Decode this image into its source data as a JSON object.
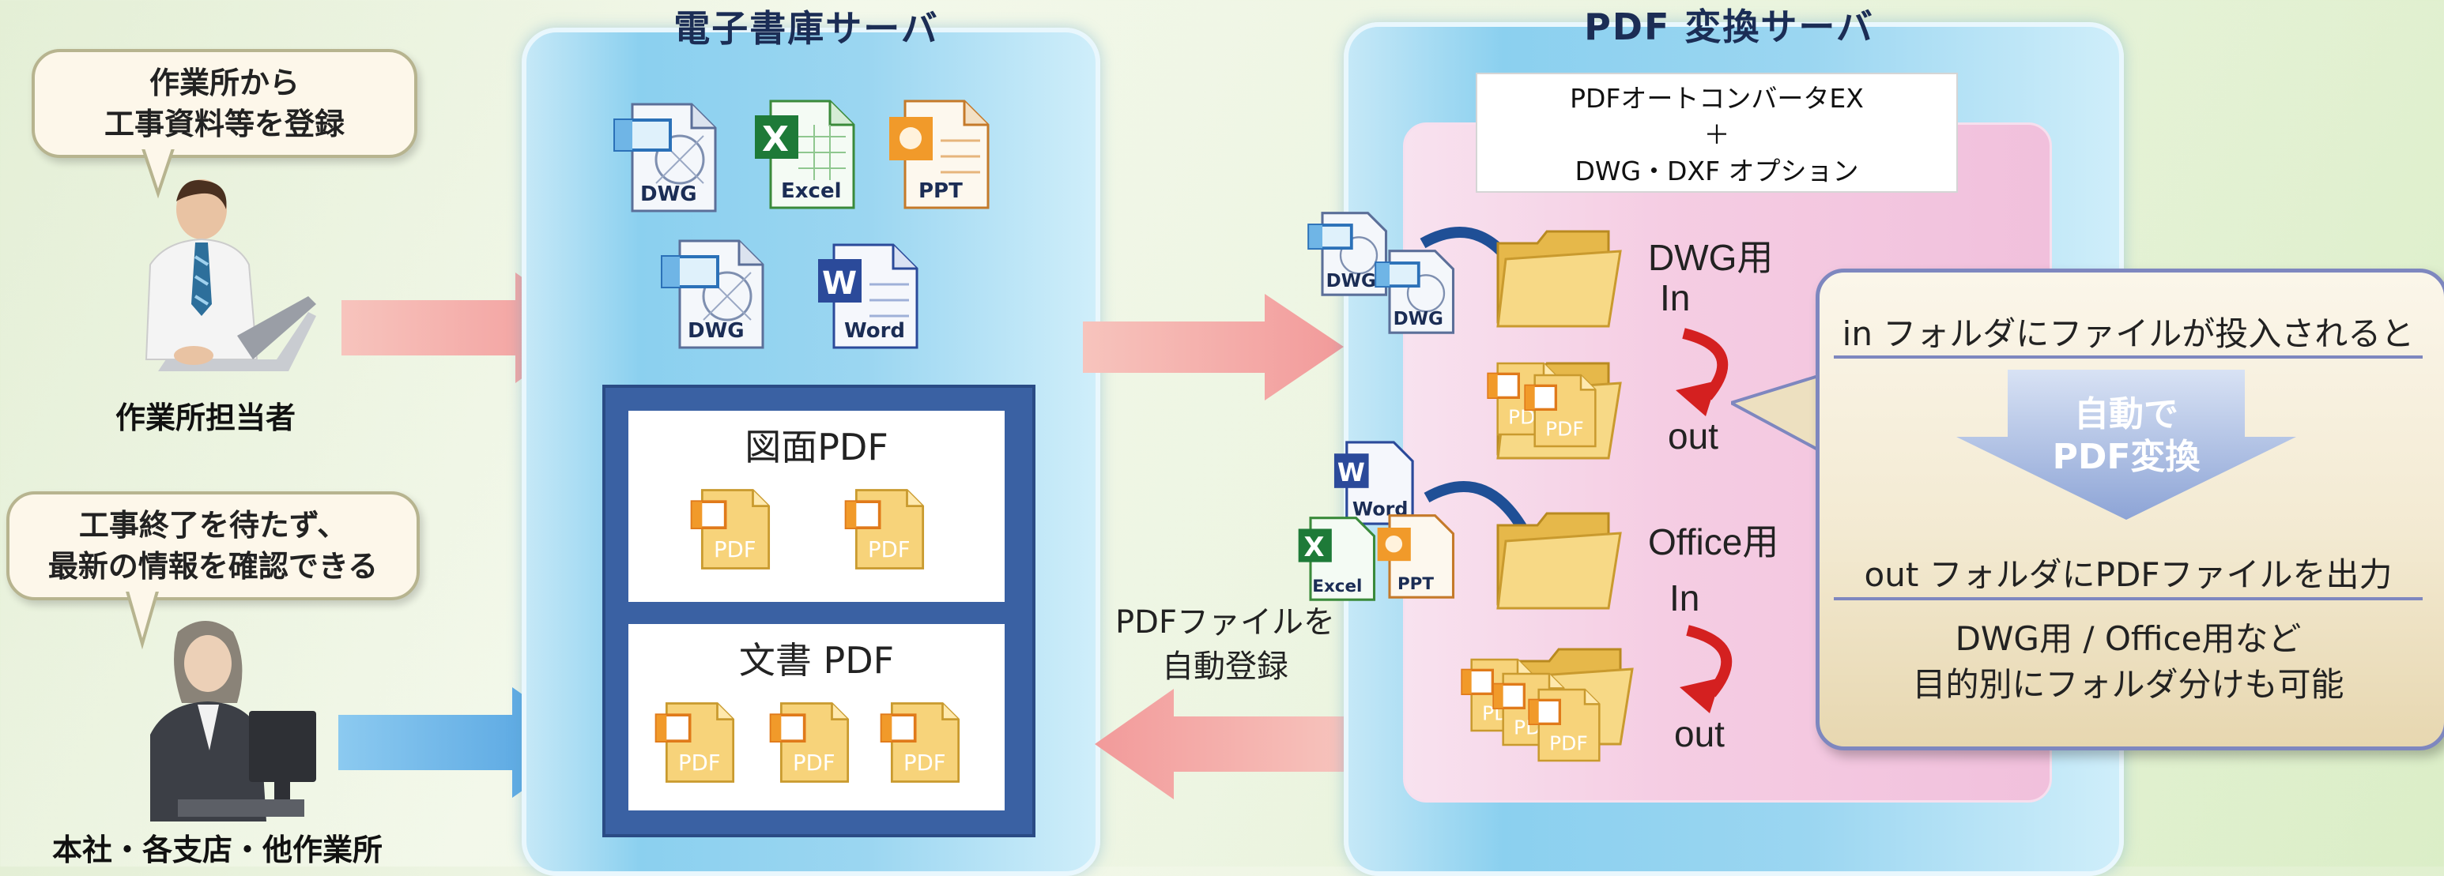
{
  "left": {
    "bubble_top": [
      "作業所から",
      "工事資料等を登録"
    ],
    "person_top_caption": "作業所担当者",
    "bubble_bottom": [
      "工事終了を待たず、",
      "最新の情報を確認できる"
    ],
    "person_bottom_caption": "本社・各支店・他作業所"
  },
  "ebook_server": {
    "title": "電子書庫サーバ",
    "file_icons": [
      "DWG",
      "Excel",
      "PPT",
      "DWG",
      "Word"
    ],
    "panel_drawing": "図面PDF",
    "panel_document": "文書 PDF",
    "pdf_icon_label": "PDF"
  },
  "pdf_server": {
    "title": "PDF 変換サーバ",
    "product_line1": "PDFオートコンバータEX",
    "product_plus": "＋",
    "product_line2": "DWG・DXF オプション",
    "dwg_folder_label": "DWG用",
    "office_folder_label": "Office用",
    "in_label": "In",
    "out_label": "out",
    "dwg_icon_label": "DWG",
    "word_icon_label": "Word",
    "excel_icon_label": "Excel",
    "ppt_icon_label": "PPT"
  },
  "auto_register": [
    "PDFファイルを",
    "自動登録"
  ],
  "callout": {
    "line1": "in フォルダにファイルが投入されると",
    "arrow_text": [
      "自動で",
      "PDF変換"
    ],
    "line2": "out フォルダにPDFファイルを出力",
    "note": [
      "DWG用 / Office用など",
      "目的別にフォルダ分けも可能"
    ]
  },
  "colors": {
    "arrow_pink": "#f3a2a2",
    "arrow_blue": "#6fb3e8",
    "server_blue": "#8bd0ef",
    "panel_navy": "#3a61a3",
    "pink_area": "#f5cde3",
    "curve_red": "#d42020",
    "curve_navy": "#1f4f96"
  }
}
